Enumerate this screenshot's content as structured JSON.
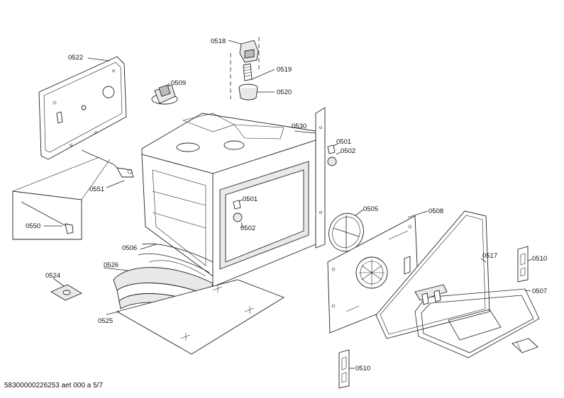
{
  "callouts": [
    {
      "id": "0522",
      "text": "0522"
    },
    {
      "id": "0518",
      "text": "0518"
    },
    {
      "id": "0519",
      "text": "0519"
    },
    {
      "id": "0520",
      "text": "0520"
    },
    {
      "id": "0509",
      "text": "0509"
    },
    {
      "id": "0530",
      "text": "0530"
    },
    {
      "id": "0501a",
      "text": "0501"
    },
    {
      "id": "0502a",
      "text": "0502"
    },
    {
      "id": "0551",
      "text": "0551"
    },
    {
      "id": "0550",
      "text": "0550"
    },
    {
      "id": "0501b",
      "text": "0501"
    },
    {
      "id": "0502b",
      "text": "0502"
    },
    {
      "id": "0505",
      "text": "0505"
    },
    {
      "id": "0508",
      "text": "0508"
    },
    {
      "id": "0506",
      "text": "0506"
    },
    {
      "id": "0526",
      "text": "0526"
    },
    {
      "id": "0524",
      "text": "0524"
    },
    {
      "id": "0525",
      "text": "0525"
    },
    {
      "id": "0517",
      "text": "0517"
    },
    {
      "id": "0510a",
      "text": "0510"
    },
    {
      "id": "0507",
      "text": "0507"
    },
    {
      "id": "0510b",
      "text": "0510"
    }
  ],
  "footer": "58300000226253 aet 000 a 5/7"
}
